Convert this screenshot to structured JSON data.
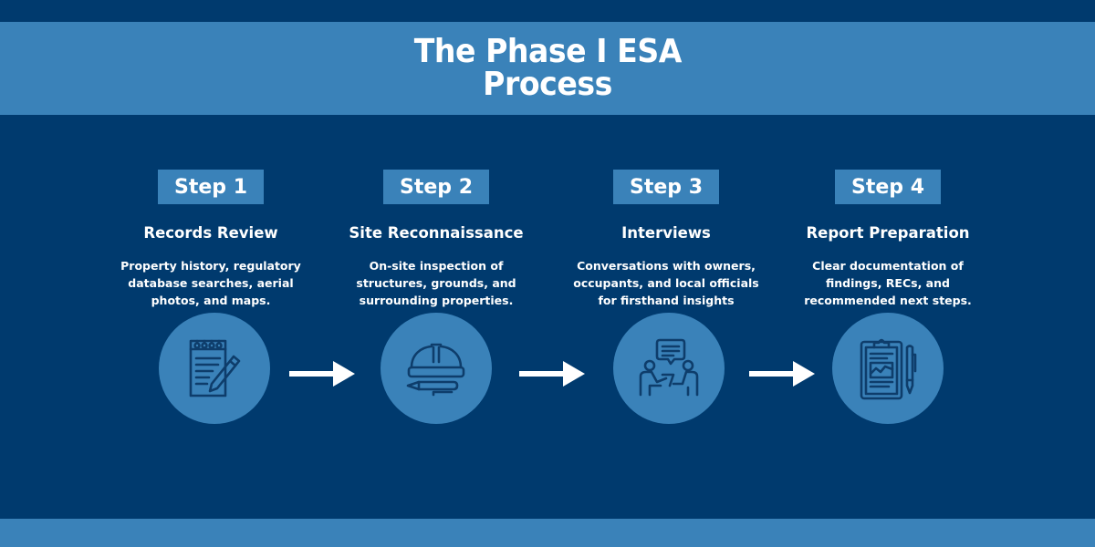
{
  "header": {
    "title_line1": "The Phase I ESA",
    "title_line2": "Process"
  },
  "colors": {
    "background": "#003a6e",
    "accent": "#3a82b9",
    "icon_stroke": "#0e3d6b",
    "text": "#ffffff"
  },
  "steps": [
    {
      "badge": "Step 1",
      "title": "Records Review",
      "description": "Property history, regulatory\ndatabase searches, aerial\nphotos, and maps.",
      "icon": "notepad-pencil-icon"
    },
    {
      "badge": "Step 2",
      "title": "Site Reconnaissance",
      "description": "On-site inspection of\nstructures, grounds, and\nsurrounding properties.",
      "icon": "hard-hat-pencil-icon"
    },
    {
      "badge": "Step 3",
      "title": "Interviews",
      "description": "Conversations with owners,\noccupants, and local officials\nfor firsthand insights",
      "icon": "interview-people-icon"
    },
    {
      "badge": "Step 4",
      "title": "Report Preparation",
      "description": "Clear documentation of\nfindings, RECs, and\nrecommended next steps.",
      "icon": "clipboard-report-icon"
    }
  ],
  "connectors": [
    "arrow-right-icon",
    "arrow-right-icon",
    "arrow-right-icon"
  ]
}
